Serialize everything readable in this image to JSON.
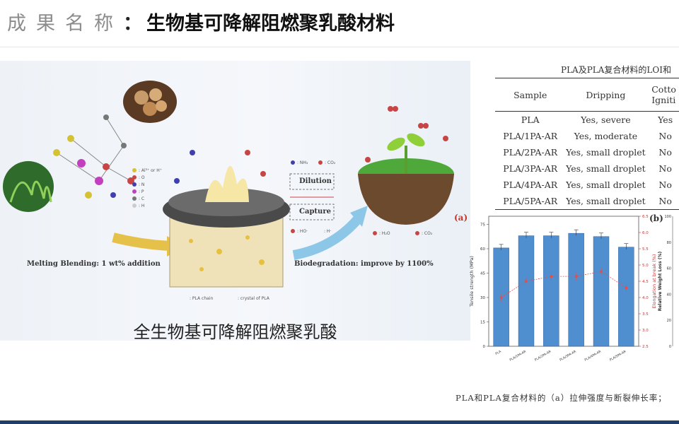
{
  "header": {
    "label": "成果名称",
    "colon": "：",
    "value": "生物基可降解阻燃聚乳酸材料"
  },
  "illustration": {
    "caption": "全生物基可降解阻燃聚乳酸",
    "melting_label": "Melting Blending: 1 wt% addition",
    "biodeg_label": "Biodegradation: improve by 1100%",
    "dilution": "Dilution",
    "capture": "Capture",
    "panel_tag": "(a)",
    "legend_nh3": ": NH₃",
    "legend_co2": ": CO₂",
    "legend_ho": ": HO·",
    "legend_h": ": H·",
    "legend_h2o": ": H₂O",
    "legend_co2b": ": CO₂",
    "legend_pla_chain": ": PLA chain",
    "legend_crystal": ": crystal of PLA",
    "atom_legend": [
      ": Al³⁺ or H⁺",
      ": O",
      ": N",
      ": P",
      ": C",
      ": H"
    ]
  },
  "table": {
    "title": "PLA及PLA复合材料的LOI和",
    "headers": [
      "Sample",
      "Dripping",
      "Cotto Igniti"
    ],
    "rows": [
      [
        "PLA",
        "Yes, severe",
        "Yes"
      ],
      [
        "PLA/1PA-AR",
        "Yes, moderate",
        "No"
      ],
      [
        "PLA/2PA-AR",
        "Yes, small droplet",
        "No"
      ],
      [
        "PLA/3PA-AR",
        "Yes, small droplet",
        "No"
      ],
      [
        "PLA/4PA-AR",
        "Yes, small droplet",
        "No"
      ],
      [
        "PLA/5PA-AR",
        "Yes, small droplet",
        "No"
      ]
    ]
  },
  "chart_data": {
    "type": "bar",
    "categories": [
      "PLA",
      "PLA/1PA-AR",
      "PLA/2PA-AR",
      "PLA/3PA-AR",
      "PLA/4PA-AR",
      "PLA/5PA-AR"
    ],
    "series": [
      {
        "name": "Tensile strength (MPa)",
        "values": [
          60.5,
          68,
          68,
          69.5,
          67.5,
          61
        ],
        "color": "#4f8fd0"
      },
      {
        "name": "Elongation at break (%)",
        "values": [
          4.0,
          4.5,
          4.65,
          4.65,
          4.8,
          4.3
        ],
        "color": "#e05050"
      }
    ],
    "ylabel": "Tensile strength (MPa)",
    "ylim": [
      0,
      80
    ],
    "yticks": [
      0,
      15,
      30,
      45,
      60,
      75
    ],
    "y2label": "Elongation at break (%)",
    "y2lim": [
      2.5,
      6.5
    ],
    "y2ticks": [
      "2.5",
      "3.0",
      "3.5",
      "4.0",
      "4.5",
      "5.0",
      "5.5",
      "6.0",
      "6.5"
    ],
    "panel_tag": "(b)",
    "next_ylabel": "Relative Weight Loss (%)",
    "next_yticks": [
      "0",
      "20",
      "40",
      "60",
      "80",
      "100"
    ]
  },
  "bottom_caption": "PLA和PLA复合材料的（a）拉伸强度与断裂伸长率；",
  "colors": {
    "accent": "#1f3f66",
    "bar": "#4f8fd0",
    "line": "#e05050"
  }
}
